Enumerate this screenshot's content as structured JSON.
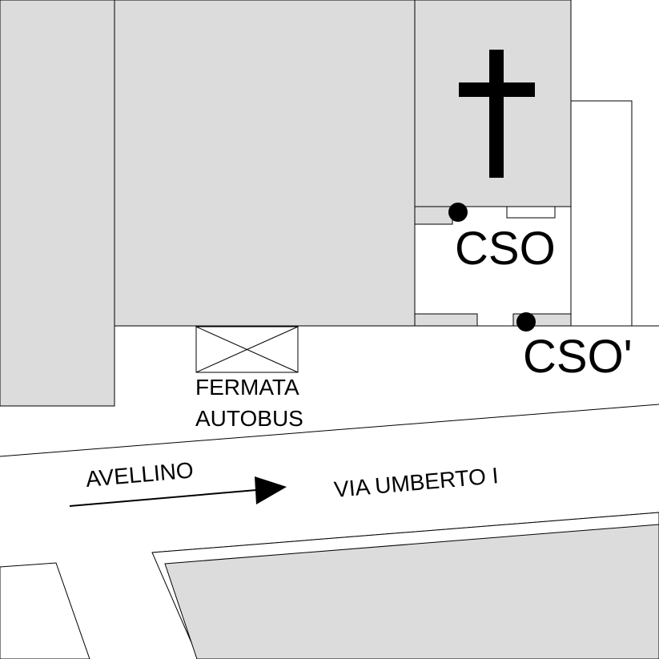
{
  "colors": {
    "building_fill": "#dcdcdc",
    "outline": "#000000",
    "background": "#ffffff"
  },
  "bus_stop": {
    "line1": "FERMATA",
    "line2": "AUTOBUS"
  },
  "street": {
    "direction_label": "AVELLINO",
    "name": "VIA UMBERTO I"
  },
  "points": {
    "cso": "CSO",
    "cso_prime": "CSO'"
  },
  "icons": {
    "church": "cross-icon",
    "direction": "arrow-right-icon"
  }
}
